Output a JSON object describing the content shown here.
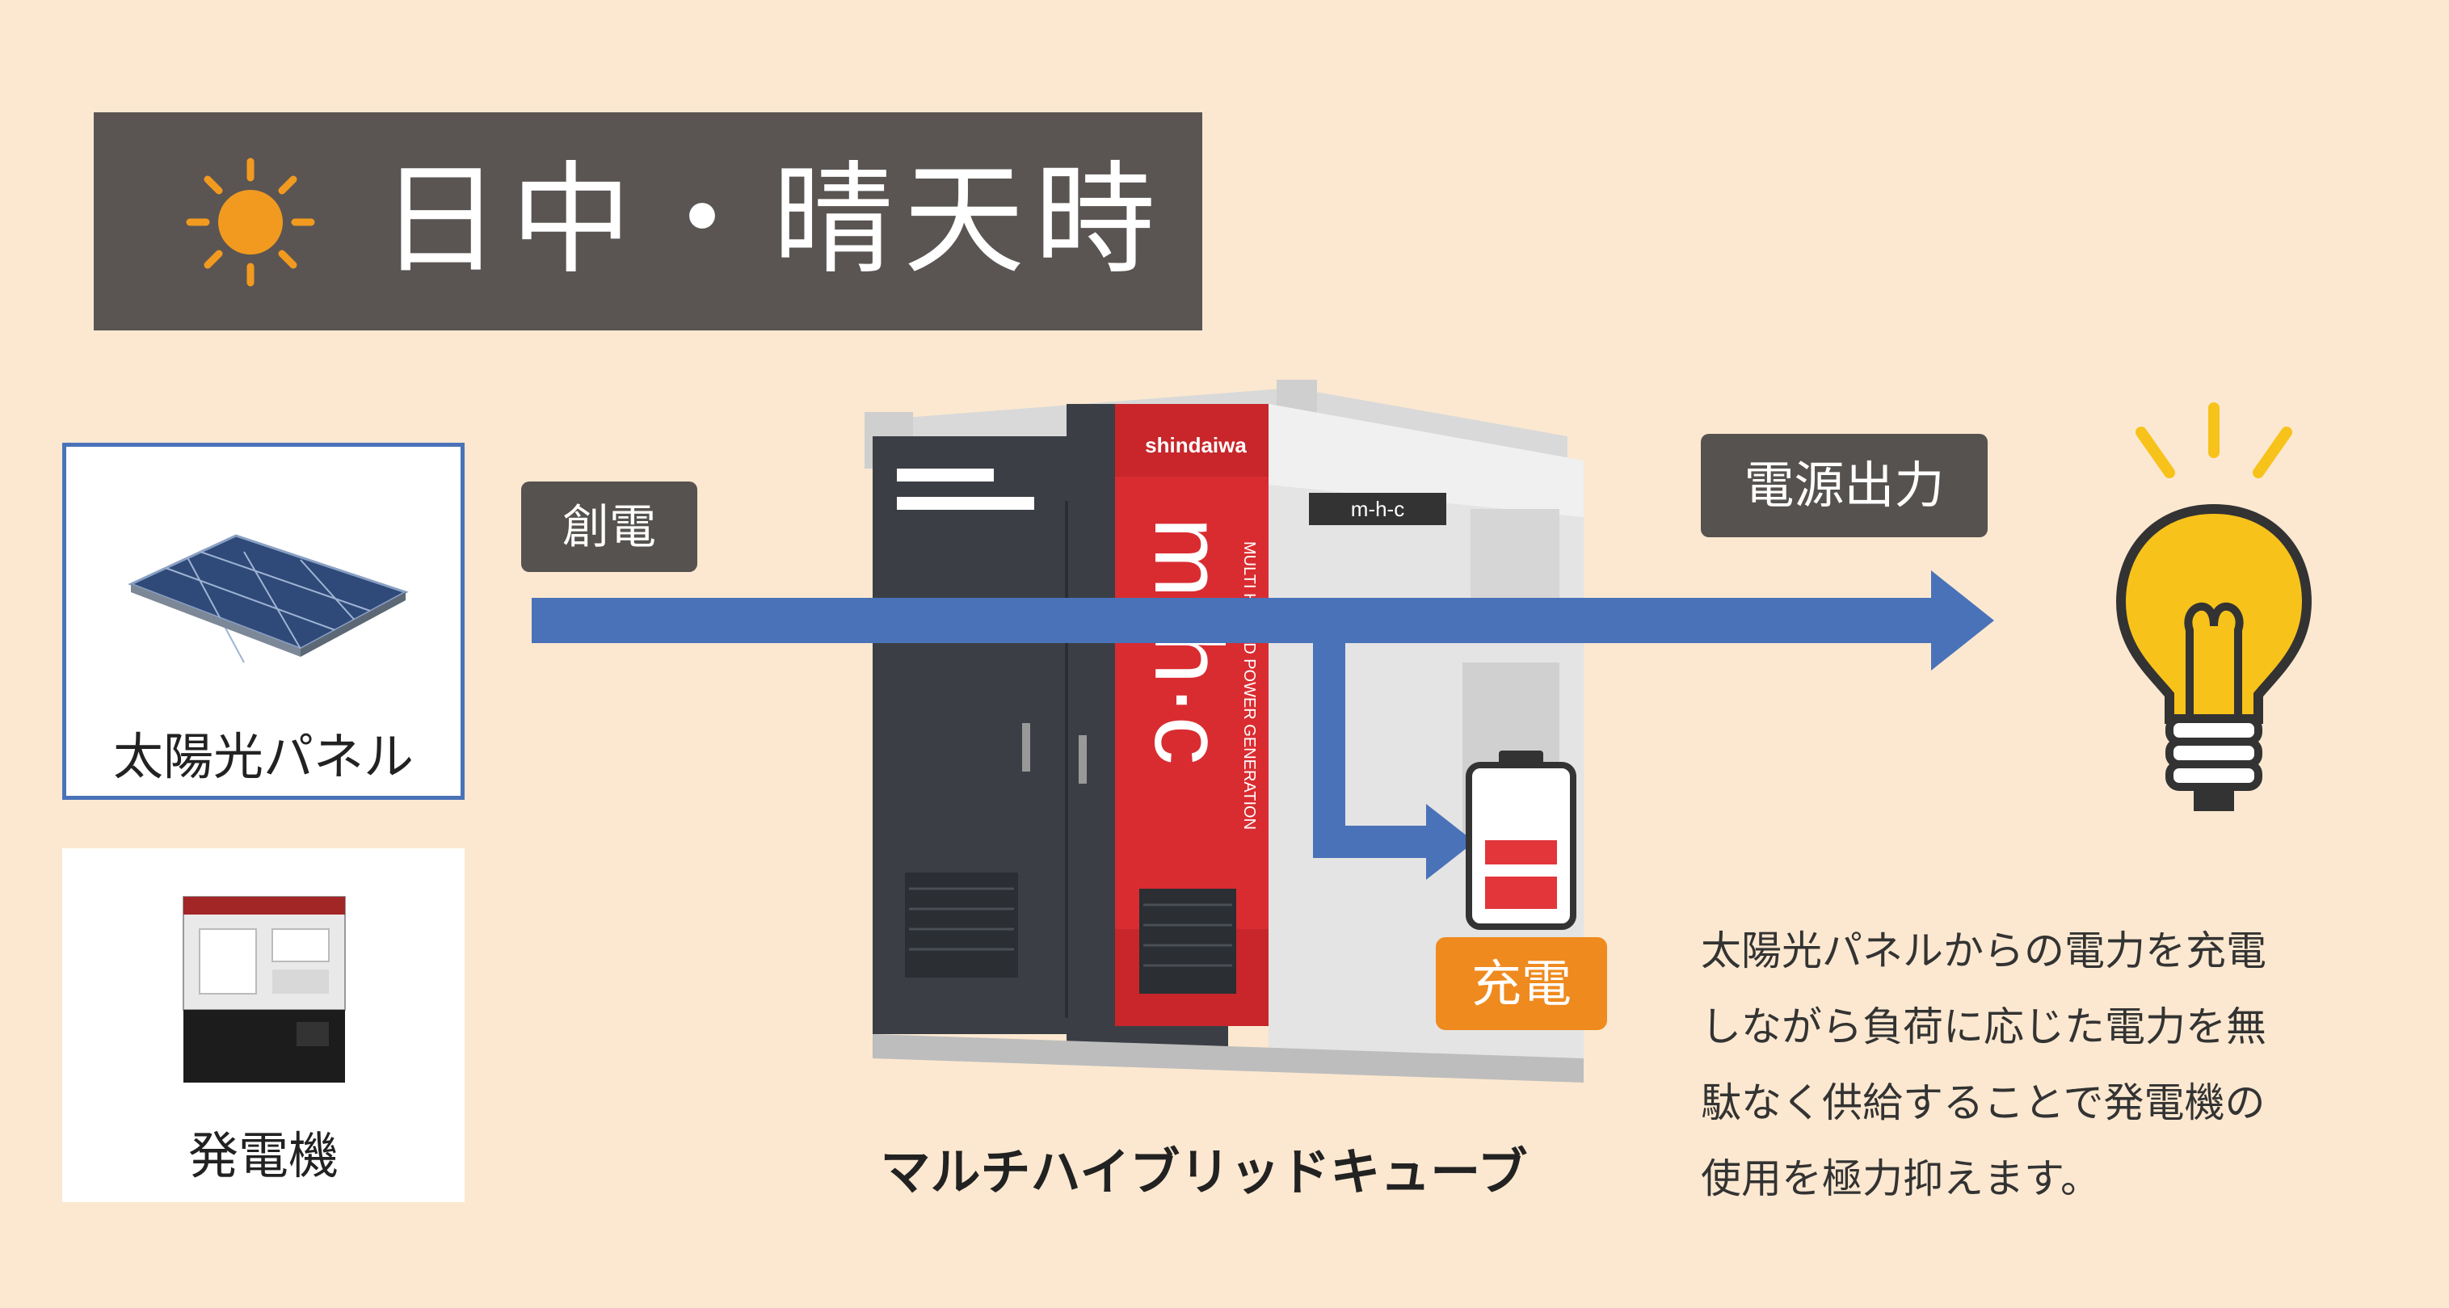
{
  "title": "日中・晴天時",
  "solar_panel_label": "太陽光パネル",
  "generator_label": "発電機",
  "tags": {
    "create_power": "創電",
    "power_output": "電源出力",
    "charge": "充電"
  },
  "product_label": "マルチハイブリッドキューブ",
  "machine_text": {
    "brand": "shindaiwa",
    "logo": "m-h-c",
    "vertical_logo": "m·h·c",
    "vertical_sub": "MULTI HYBRID POWER GENERATION"
  },
  "description_lines": [
    "太陽光パネルからの電力を充電",
    "しながら負荷に応じた電力を無",
    "駄なく供給することで発電機の",
    "使用を極力抑えます。"
  ],
  "colors": {
    "background": "#fce8d0",
    "title_bar": "#5a5553",
    "arrow": "#4a72b8",
    "charge_tag": "#ef8a1e",
    "battery": "#e2363a",
    "bulb": "#f7c21a"
  },
  "icons": [
    "sun-icon",
    "solar-panel-icon",
    "generator-icon",
    "battery-icon",
    "light-bulb-icon"
  ]
}
